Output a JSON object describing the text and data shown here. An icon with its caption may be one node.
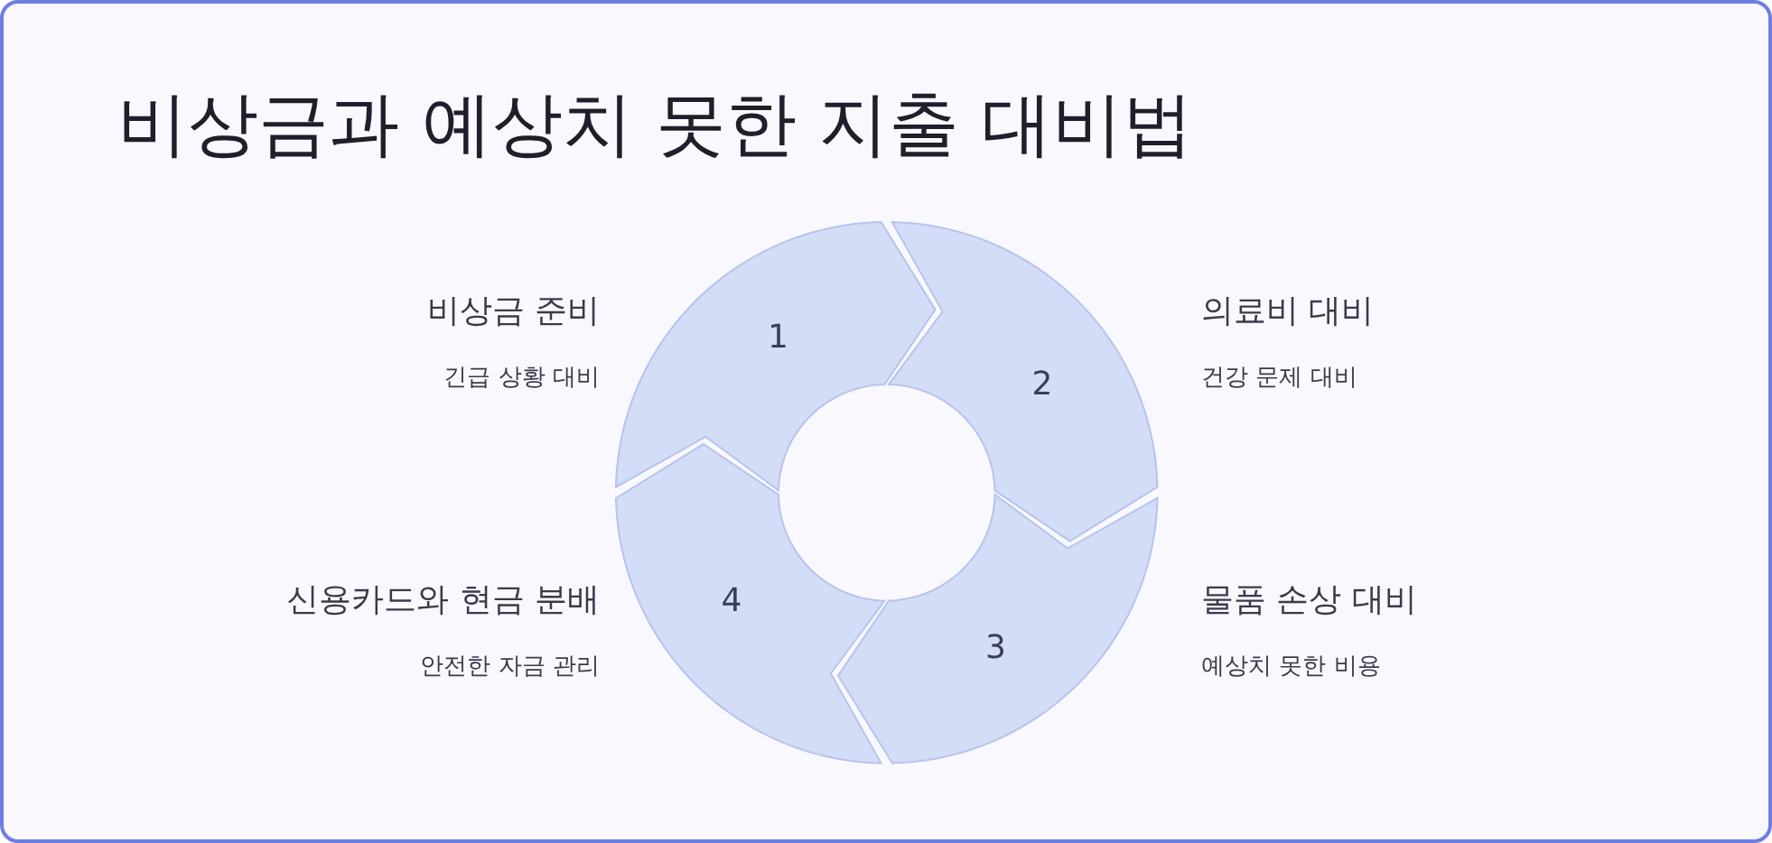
{
  "diagram": {
    "title": "비상금과 예상치 못한 지출 대비법",
    "nodes": [
      {
        "text": [
          "1"
        ],
        "beside": [
          "비상금 준비",
          "긴급 상황 대비"
        ]
      },
      {
        "text": [
          "2"
        ],
        "beside": [
          "의료비 대비",
          "건강 문제 대비"
        ]
      },
      {
        "text": [
          "3"
        ],
        "beside": [
          "물품 손상 대비",
          "예상치 못한 비용"
        ]
      },
      {
        "text": [
          "4"
        ],
        "beside": [
          "신용카드와 현금 분배",
          "안전한 자금 관리"
        ]
      }
    ]
  }
}
